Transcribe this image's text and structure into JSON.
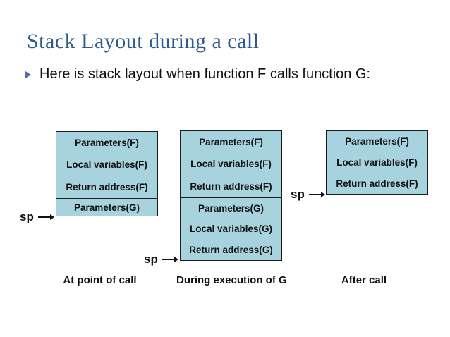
{
  "slide": {
    "title": "Stack Layout during a call",
    "bullet_text": "Here is stack layout when function F calls function G:"
  },
  "diagram": {
    "sp_label": "sp",
    "stacks": [
      {
        "caption": "At point of call",
        "frame_f": [
          "Parameters(F)",
          "Local variables(F)",
          "Return address(F)"
        ],
        "frame_g": [
          "Parameters(G)"
        ]
      },
      {
        "caption": "During execution of G",
        "frame_f": [
          "Parameters(F)",
          "Local variables(F)",
          "Return address(F)"
        ],
        "frame_g": [
          "Parameters(G)",
          "Local variables(G)",
          "Return address(G)"
        ]
      },
      {
        "caption": "After call",
        "frame_f": [
          "Parameters(F)",
          "Local variables(F)",
          "Return address(F)"
        ],
        "frame_g": []
      }
    ]
  },
  "colors": {
    "title_text": "#2e5a87",
    "body_text": "#111111",
    "box_fill": "#a7d3de",
    "box_border": "#1c1c1c",
    "bullet_marker": "#4f6f9f"
  }
}
